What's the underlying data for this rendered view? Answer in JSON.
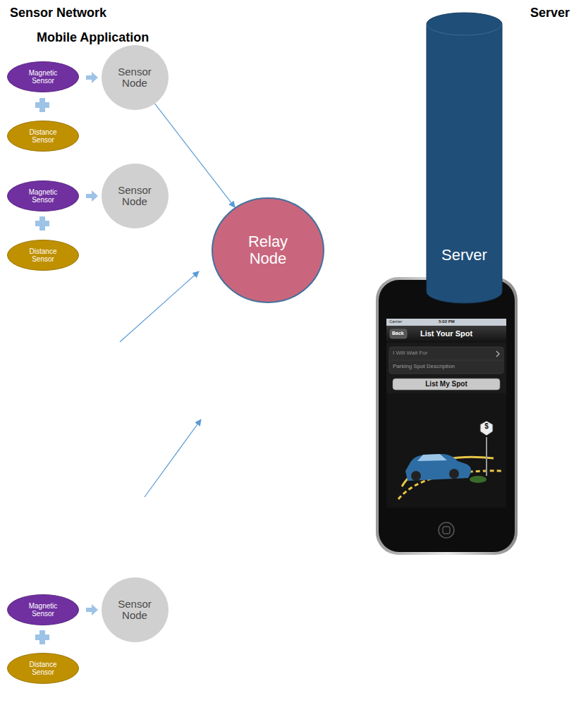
{
  "diagram": {
    "nodes": [
      {
        "text": [
          "Magnetic Sensor"
        ]
      },
      {
        "text": [
          "Distance Sensor"
        ]
      },
      {
        "text": [
          "Sensor Node"
        ]
      },
      {
        "text": [
          "Magnetic Sensor"
        ]
      },
      {
        "text": [
          "Distance Sensor"
        ]
      },
      {
        "text": [
          "Sensor Node"
        ]
      },
      {
        "text": [
          "Relay Node"
        ]
      },
      {
        "text": [
          "Server"
        ]
      },
      {
        "text": [
          "Magnetic Sensor"
        ]
      },
      {
        "text": [
          "Distance Sensor"
        ]
      },
      {
        "text": [
          "Sensor Node"
        ]
      }
    ],
    "edges": [
      {
        "from": 2,
        "to": 6,
        "arrow": "to"
      }
    ],
    "labels": [
      "Sensor Network",
      "Server",
      "Mobile Application",
      "Carrier",
      "5:02 PM",
      "Back",
      "List Your Spot",
      "I Will Wait For",
      "Parking Spot Description",
      "List My Spot",
      "$"
    ]
  }
}
